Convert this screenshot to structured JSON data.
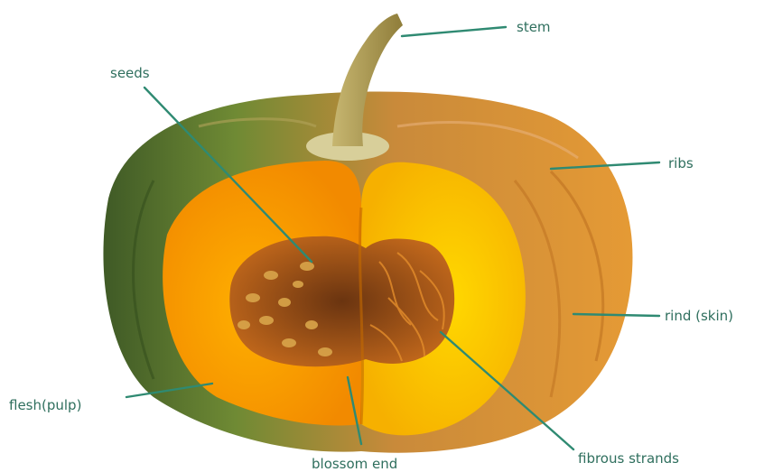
{
  "diagram": {
    "subject": "pumpkin",
    "labels": {
      "stem": "stem",
      "seeds": "seeds",
      "ribs": "ribs",
      "rind": "rind (skin)",
      "flesh": "flesh(pulp)",
      "blossom_end": "blossom end",
      "fibrous_strands": "fibrous strands"
    },
    "colors": {
      "label_text": "#2f6f5e",
      "leader_line": "#2f8a72",
      "rind_green": "#4f6b2a",
      "rind_orange": "#d98a2e",
      "flesh": "#f5a300",
      "flesh_light": "#ffd21a",
      "stem": "#a89a52",
      "seeds": "#b86a1c"
    }
  }
}
